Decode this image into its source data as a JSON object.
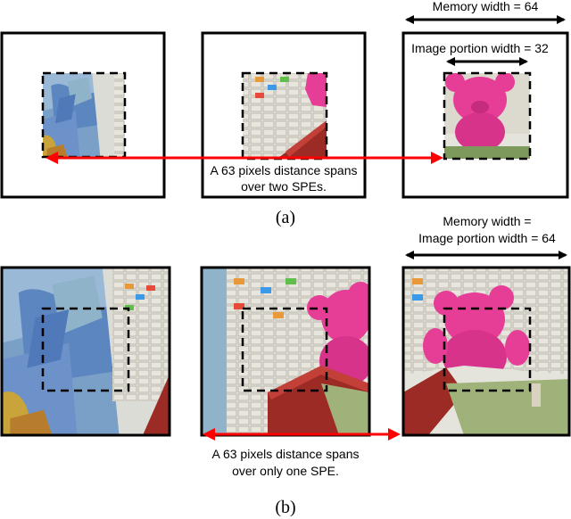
{
  "panel_a": {
    "caption": "(a)",
    "memory_width_label": "Memory width = 64",
    "portion_width_label": "Image portion width = 32",
    "distance_note_line1": "A 63 pixels distance spans",
    "distance_note_line2": "over two SPEs."
  },
  "panel_b": {
    "caption": "(b)",
    "memory_width_line1": "Memory width =",
    "memory_width_line2": "Image portion width = 64",
    "distance_note_line1": "A 63 pixels distance spans",
    "distance_note_line2": "over only one SPE."
  },
  "colors": {
    "highlight_arrow": "#ff0000",
    "dimension_arrow": "#000000",
    "teddy_bear": "#e63d96"
  },
  "icons": [
    "painting-texture",
    "calendar-wall-texture",
    "teddy-bear-photo"
  ]
}
